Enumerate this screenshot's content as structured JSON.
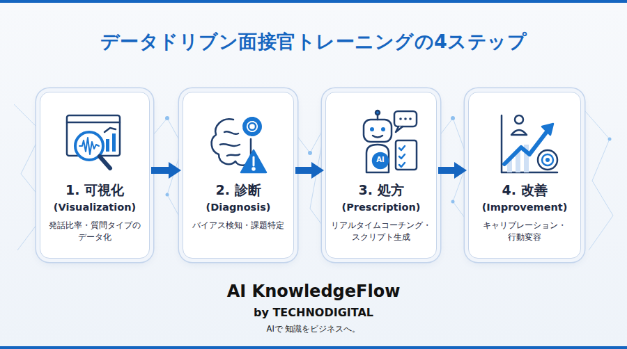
{
  "diagram": {
    "title": "データドリブン面接官トレーニングの4ステップ",
    "nodes": [
      {
        "text": [
          "1. 可視化",
          "(Visualization)",
          "発話比率・質問タイプの データ化"
        ]
      },
      {
        "text": [
          "2. 診断",
          "(Diagnosis)",
          "バイアス検知・課題特定"
        ]
      },
      {
        "text": [
          "3. 処方",
          "(Prescription)",
          "リアルタイムコーチング・ スクリプト生成"
        ]
      },
      {
        "text": [
          "4. 改善",
          "(Improvement)",
          "キャリブレーション・ 行動変容"
        ]
      }
    ],
    "edges": [
      {
        "from": 0,
        "to": 1,
        "arrow": "to"
      },
      {
        "from": 1,
        "to": 2,
        "arrow": "to"
      },
      {
        "from": 2,
        "to": 3,
        "arrow": "to"
      }
    ],
    "labels": [
      "AI KnowledgeFlow",
      "by TECHNODIGITAL",
      "AIで 知識をビジネスへ。",
      "AI"
    ]
  }
}
